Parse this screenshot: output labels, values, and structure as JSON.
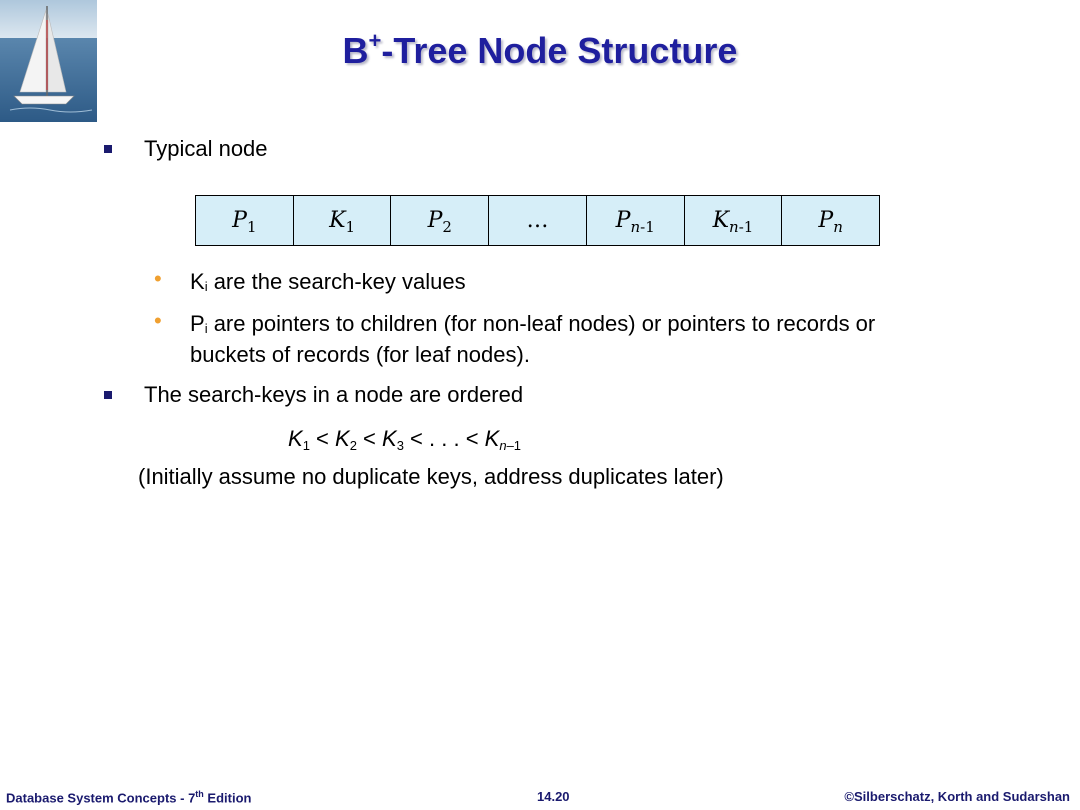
{
  "title": {
    "b": "B",
    "plus": "+",
    "rest": "-Tree Node Structure"
  },
  "bullets": {
    "typical_node": "Typical node",
    "search_keys_ordered": "The search-keys in a node are ordered"
  },
  "sub_bullets": [
    {
      "letter": "K",
      "sub": "i",
      "text": " are the search-key values"
    },
    {
      "letter": "P",
      "sub": "i",
      "line1": " are pointers to children (for non-leaf nodes) or pointers to records or",
      "line2": "buckets of records (for leaf nodes)."
    }
  ],
  "node_cells": [
    {
      "letter": "P",
      "sub": "1"
    },
    {
      "letter": "K",
      "sub": "1"
    },
    {
      "letter": "P",
      "sub": "2"
    },
    {
      "letter": "…",
      "sub": ""
    },
    {
      "letter": "P",
      "sub_it": "n",
      "sub": "-1"
    },
    {
      "letter": "K",
      "sub_it": "n",
      "sub": "-1"
    },
    {
      "letter": "P",
      "sub_it": "n",
      "sub": ""
    }
  ],
  "ordering": {
    "k": "K",
    "s1": "1",
    "s2": "2",
    "s3": "3",
    "lt": " < ",
    "dots": " . . . ",
    "sn": "n",
    "sminus": "–1"
  },
  "note": "(Initially assume no duplicate keys, address duplicates later)",
  "footer": {
    "left_main": "Database System Concepts - 7",
    "left_sup": "th",
    "left_end": " Edition",
    "center": "14.20",
    "right": "©Silberschatz, Korth and Sudarshan"
  },
  "colors": {
    "title": "#1f1f9e",
    "cell_fill": "#d6eef8",
    "sub_bullet": "#f0a030",
    "footer": "#1a1a6e"
  }
}
